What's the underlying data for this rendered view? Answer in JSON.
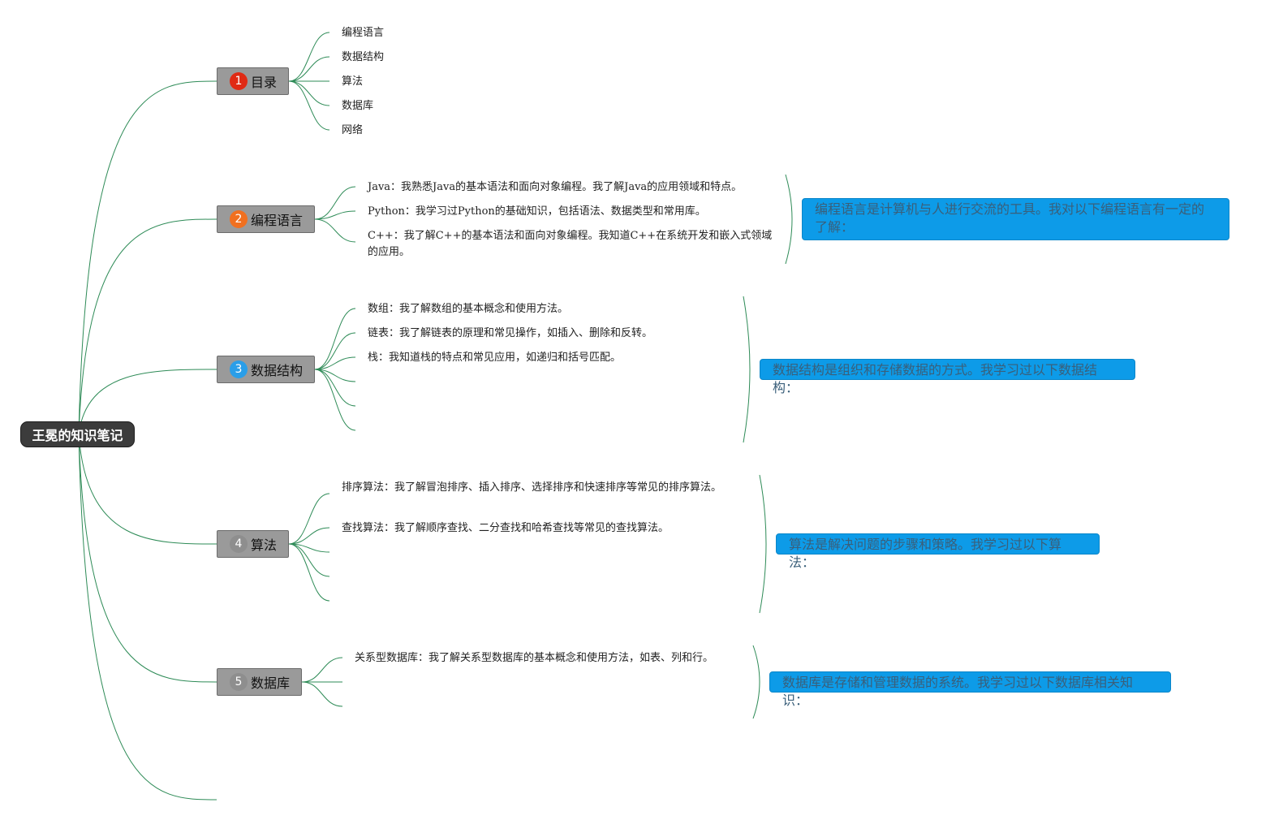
{
  "root": {
    "label": "王冕的知识笔记"
  },
  "colors": {
    "line": "#2e8b57",
    "badge_1": "#e02a14",
    "badge_2": "#f07020",
    "badge_3": "#2a9ee8",
    "badge_4": "#8e8e8e",
    "badge_5": "#8e8e8e",
    "summary_bg": "#0d9be8"
  },
  "branches": [
    {
      "badge": "1",
      "label": "目录",
      "leaves": [
        "编程语言",
        "数据结构",
        "算法",
        "数据库",
        "网络"
      ]
    },
    {
      "badge": "2",
      "label": "编程语言",
      "leaves": [
        "Java：我熟悉Java的基本语法和面向对象编程。我了解Java的应用领域和特点。",
        "Python：我学习过Python的基础知识，包括语法、数据类型和常用库。",
        "C++：我了解C++的基本语法和面向对象编程。我知道C++在系统开发和嵌入式领域的应用。"
      ],
      "summary": "编程语言是计算机与人进行交流的工具。我对以下编程语言有一定的了解："
    },
    {
      "badge": "3",
      "label": "数据结构",
      "leaves": [
        "数组：我了解数组的基本概念和使用方法。",
        "链表：我了解链表的原理和常见操作，如插入、删除和反转。",
        "栈：我知道栈的特点和常见应用，如递归和括号匹配。"
      ],
      "summary": "数据结构是组织和存储数据的方式。我学习过以下数据结构："
    },
    {
      "badge": "4",
      "label": "算法",
      "leaves": [
        "排序算法：我了解冒泡排序、插入排序、选择排序和快速排序等常见的排序算法。",
        "查找算法：我了解顺序查找、二分查找和哈希查找等常见的查找算法。"
      ],
      "summary": "算法是解决问题的步骤和策略。我学习过以下算法："
    },
    {
      "badge": "5",
      "label": "数据库",
      "leaves": [
        "关系型数据库：我了解关系型数据库的基本概念和使用方法，如表、列和行。"
      ],
      "summary": "数据库是存储和管理数据的系统。我学习过以下数据库相关知识："
    }
  ]
}
